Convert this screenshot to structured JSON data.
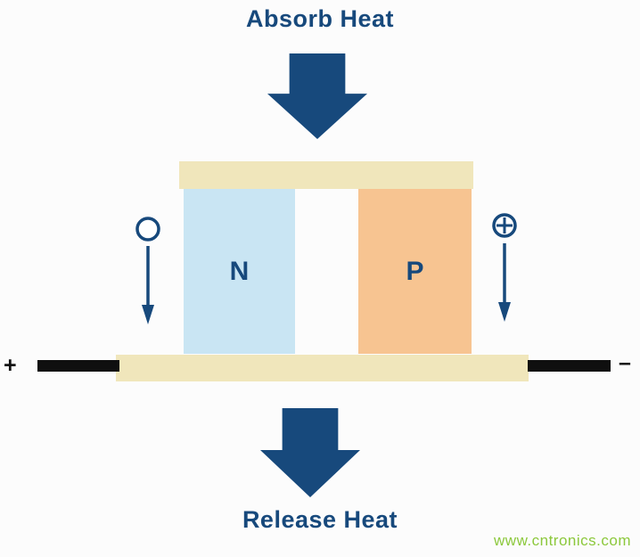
{
  "diagram": {
    "top_label": "Absorb Heat",
    "bottom_label": "Release Heat",
    "n_block_label": "N",
    "p_block_label": "P",
    "plus_terminal": "+",
    "minus_terminal": "–",
    "watermark": "www.cntronics.com",
    "icons": {
      "heat_in_arrow": "large downward block arrow (heat absorbed into module)",
      "heat_out_arrow": "large downward block arrow (heat released from module)",
      "electron_symbol": "open circle (negative charge carrier)",
      "hole_symbol": "circle with plus sign (positive charge carrier)",
      "electron_flow_arrow": "thin downward arrow under electron symbol",
      "hole_flow_arrow": "thin downward arrow under hole symbol"
    },
    "colors": {
      "navy": "#17497c",
      "ceramic_plate_cream": "#f0e6bb",
      "n_block_light_blue": "#c9e5f3",
      "p_block_orange": "#f7c491",
      "electrode_black": "#0f0f0f",
      "watermark_green": "#8cc83c",
      "background": "#fcfcfc"
    }
  }
}
